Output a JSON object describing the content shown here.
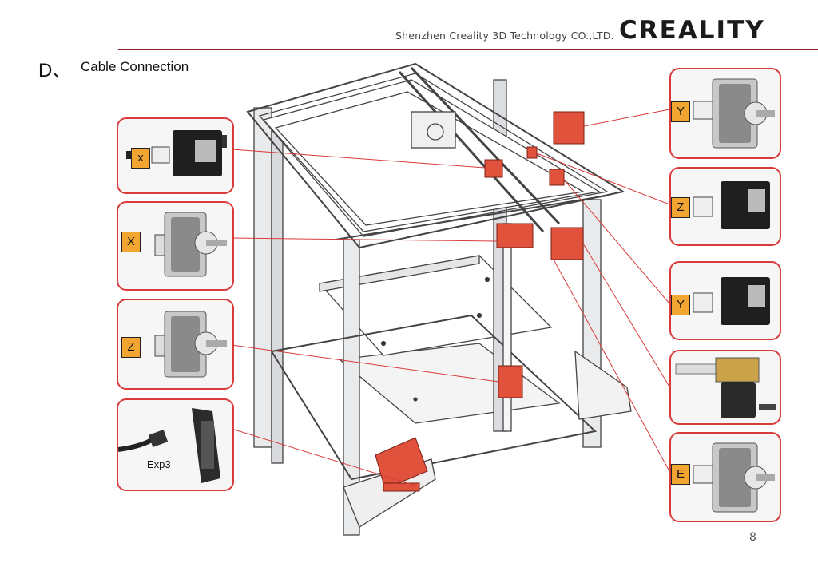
{
  "header": {
    "company": "Shenzhen Creality 3D Technology CO.,LTD.",
    "brand": "CREALITY"
  },
  "section": {
    "letter": "D、",
    "title": "Cable Connection"
  },
  "callouts": {
    "left_x_endstop": "x",
    "left_x_motor": "X",
    "left_z_motor": "Z",
    "left_screen_cable": "Exp3",
    "right_y_motor": "Y",
    "right_z_endstop": "Z",
    "right_y_endstop": "Y",
    "right_e_motor": "E"
  },
  "colors": {
    "accent_red": "#d93a3a",
    "tag_orange": "#f2a530",
    "frame_gray": "#c9cdd2",
    "part_red": "#e0523c"
  },
  "page_number": "8"
}
